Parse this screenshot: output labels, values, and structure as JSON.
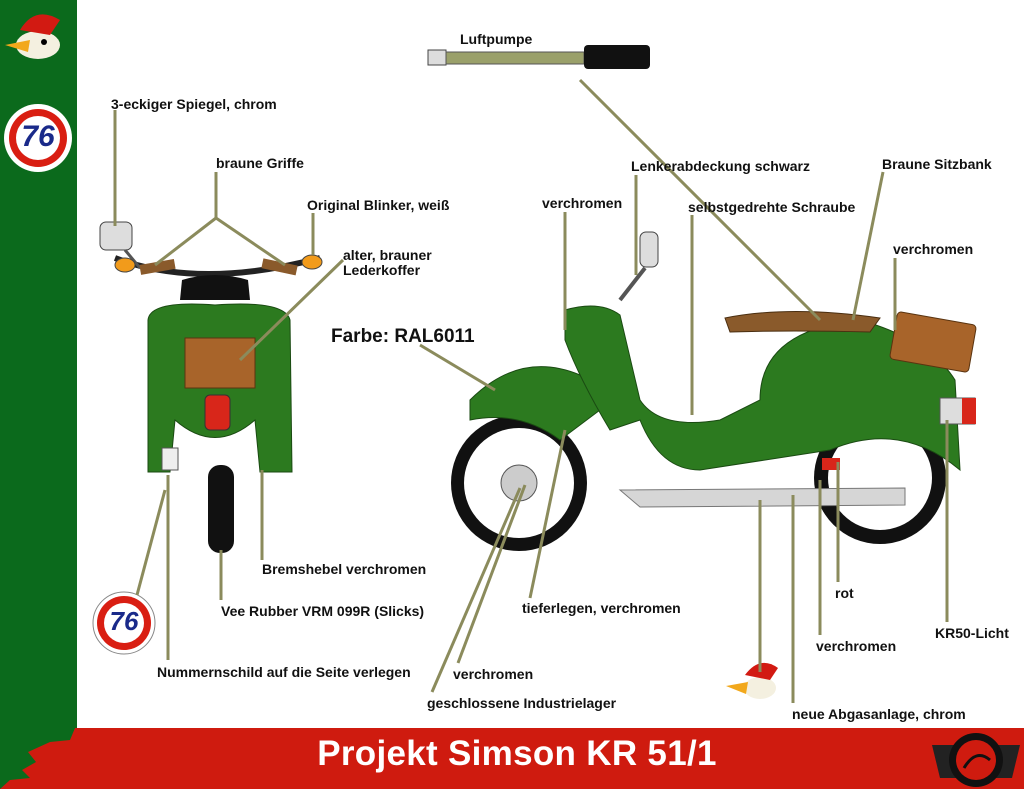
{
  "title": "Projekt Simson KR 51/1",
  "labels": {
    "luftpumpe": "Luftpumpe",
    "spiegel": "3-eckiger Spiegel, chrom",
    "griffe": "braune Griffe",
    "blinker": "Original Blinker, weiß",
    "koffer_1": "alter, brauner",
    "koffer_2": "Lederkoffer",
    "farbe": "Farbe: RAL6011",
    "bremshebel": "Bremshebel verchromen",
    "reifen": "Vee Rubber VRM 099R (Slicks)",
    "nummernschild": "Nummernschild auf die Seite verlegen",
    "lenkerabdeckung": "Lenkerabdeckung schwarz",
    "sitzbank": "Braune Sitzbank",
    "verchromen_1": "verchromen",
    "schraube": "selbstgedrehte Schraube",
    "verchromen_2": "verchromen",
    "tieferlegen": "tieferlegen, verchromen",
    "rot": "rot",
    "verchromen_3": "verchromen",
    "industrielager": "geschlossene Industrielager",
    "verchromen_4": "verchromen",
    "kr50": "KR50-Licht",
    "abgas": "neue Abgasanlage, chrom"
  },
  "logos": {
    "badge_text": "76"
  },
  "colors": {
    "sidebar": "#0b6a1c",
    "footer": "#cf1b0f",
    "leader": "#8b8b5c",
    "scooter": "#2c7a1f"
  }
}
